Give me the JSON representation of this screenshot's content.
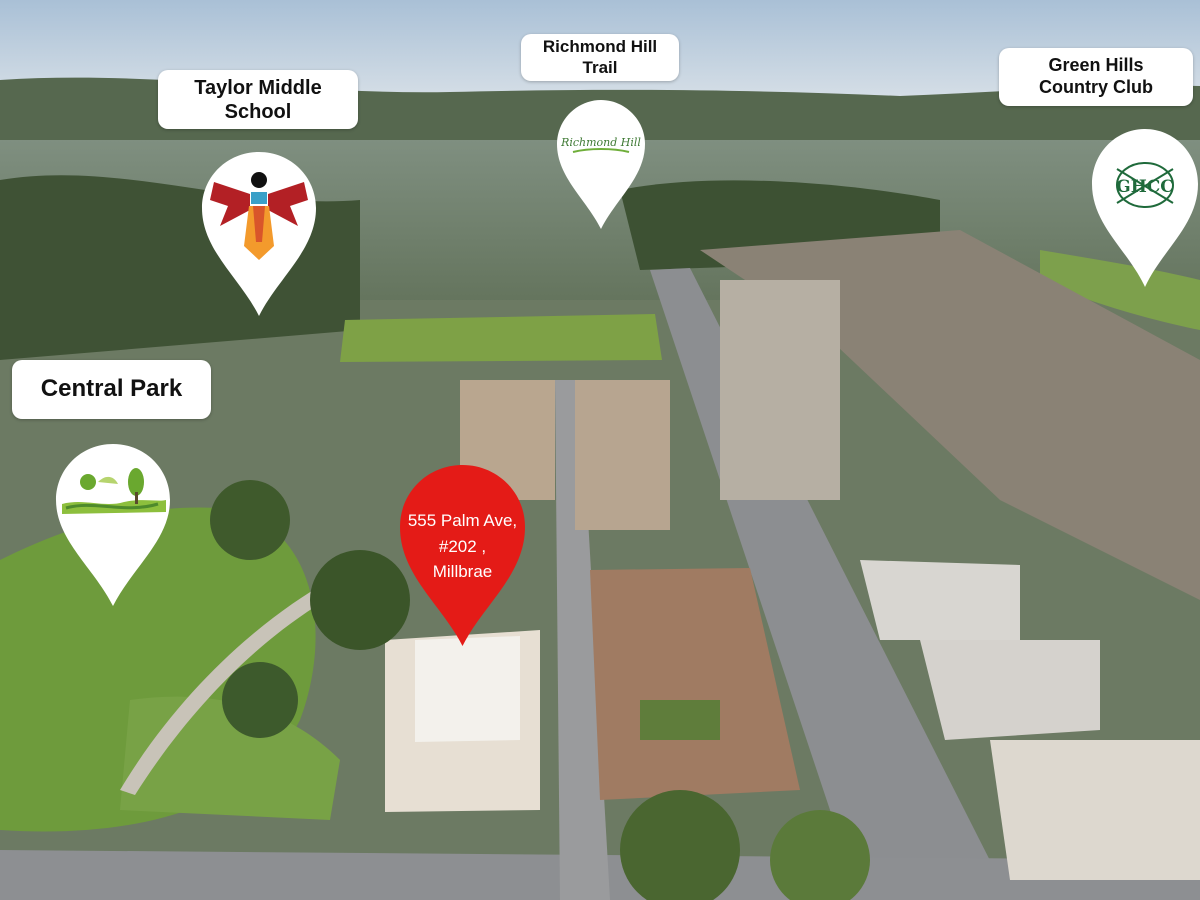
{
  "photo": {
    "type": "aerial real-estate photo",
    "colors": {
      "sky": "#c9d6e2",
      "hills": "#4f6147",
      "grass": "#6f9a3f",
      "street": "#8d8f92",
      "roof": "#a07b62",
      "pin_marker": "#e41b17",
      "pin_white": "#ffffff"
    }
  },
  "labels": {
    "central_park": "Central Park",
    "taylor_middle_school": "Taylor Middle\nSchool",
    "richmond_hill_trail": "Richmond Hill\nTrail",
    "green_hills_country_club": "Green Hills\nCountry Club"
  },
  "pins": {
    "property_address": "555 Palm Ave,\n#202 ,\nMillbrae",
    "central_park_icon": "park-icon",
    "taylor_school_icon": "thunderbird-logo-icon",
    "richmond_hill_logo": "Richmond Hill",
    "green_hills_logo": "GHCC"
  }
}
